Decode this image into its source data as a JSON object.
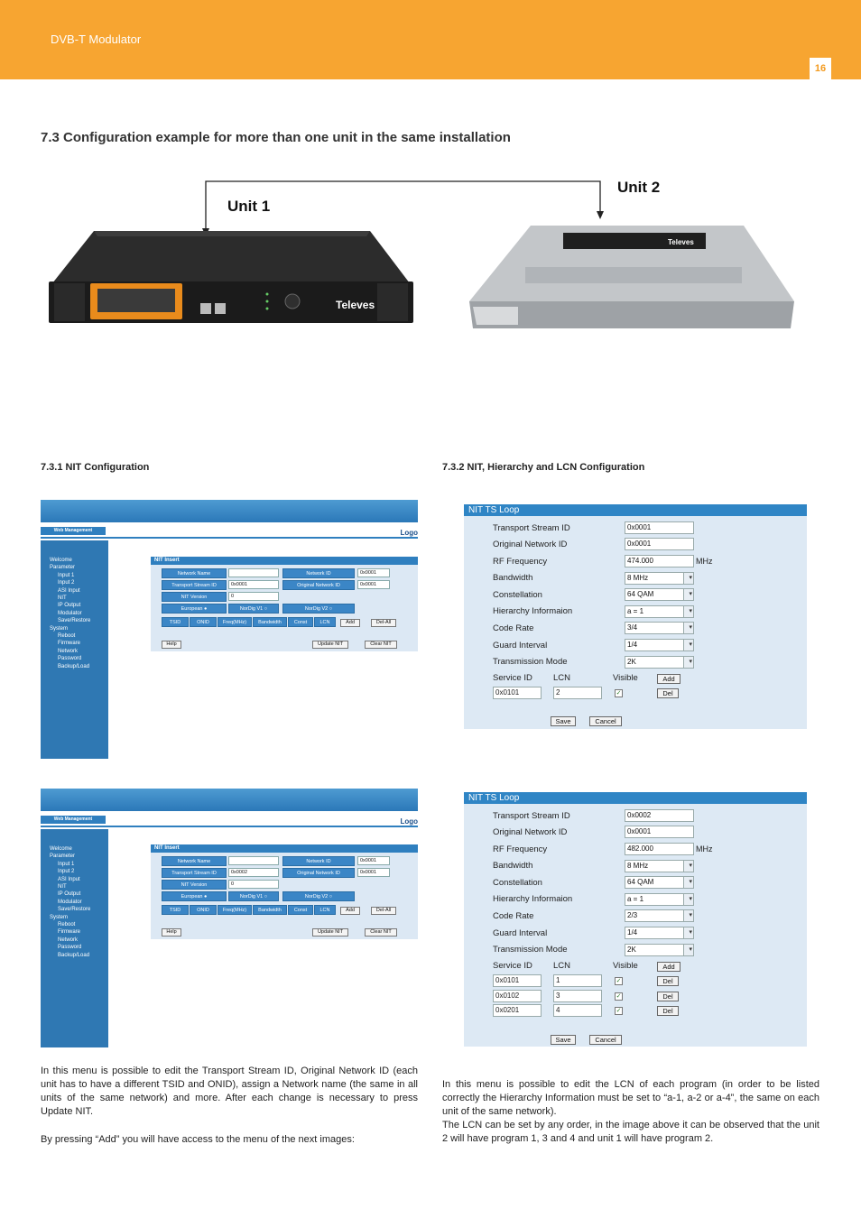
{
  "header": {
    "title": "DVB-T Modulator",
    "page": "16"
  },
  "section": {
    "title": "7.3  Configuration example for more than one unit in the same installation"
  },
  "units": {
    "unit1": "Unit 1",
    "unit2": "Unit 2"
  },
  "device1": {
    "brand": "Televes"
  },
  "device2": {
    "brand": "Televes"
  },
  "subsections": {
    "left": "7.3.1 NIT Configuration",
    "right": "7.3.2  NIT, Hierarchy and LCN Configuration"
  },
  "web": {
    "tab": "Web Management",
    "logout": "Logo",
    "menu": [
      "Welcome",
      "Parameter",
      "Input 1",
      "Input 2",
      "ASI Input",
      "NIT",
      "IP Output",
      "Modulator",
      "Save/Restore",
      "System",
      "Reboot",
      "Firmware",
      "Network",
      "Password",
      "Backup/Load"
    ],
    "panel_title": "NIT Insert",
    "labels": {
      "network_name": "Network Name",
      "tsid": "Transport Stream ID",
      "nit_version": "NIT Version",
      "network_id": "Network ID",
      "onid": "Original Network ID",
      "european": "European",
      "nordig_v1": "NorDig V1",
      "nordig_v2": "NorDig V2",
      "col_tsid": "TSID",
      "col_onid": "ONID",
      "col_freq": "Freq(MHz)",
      "col_bw": "Bandwidth",
      "col_const": "Const",
      "col_lcn": "LCN",
      "add": "Add",
      "del_all": "Del-All",
      "help": "Help",
      "update_nit": "Update NIT",
      "clear_nit": "Clear NIT"
    },
    "screen1": {
      "tsid": "0x0001",
      "nit_version": "0",
      "network_id": "0x0001",
      "onid": "0x0001"
    },
    "screen2": {
      "tsid": "0x0002",
      "nit_version": "0",
      "network_id": "0x0001",
      "onid": "0x0001"
    }
  },
  "nit_loop": {
    "title": "NIT TS Loop",
    "labels": [
      "Transport Stream ID",
      "Original Network ID",
      "RF Frequency",
      "Bandwidth",
      "Constellation",
      "Hierarchy Informaion",
      "Code Rate",
      "Guard Interval",
      "Transmission Mode"
    ],
    "mhz": "MHz",
    "col_service": "Service ID",
    "col_lcn": "LCN",
    "col_visible": "Visible",
    "add": "Add",
    "del": "Del",
    "save": "Save",
    "cancel": "Cancel",
    "unit1": {
      "values": [
        "0x0001",
        "0x0001",
        "474.000",
        "8 MHz",
        "64 QAM",
        "a = 1",
        "3/4",
        "1/4",
        "2K"
      ],
      "rows": [
        {
          "sid": "0x0101",
          "lcn": "2",
          "visible": "✓"
        }
      ]
    },
    "unit2": {
      "values": [
        "0x0002",
        "0x0001",
        "482.000",
        "8 MHz",
        "64 QAM",
        "a = 1",
        "2/3",
        "1/4",
        "2K"
      ],
      "rows": [
        {
          "sid": "0x0101",
          "lcn": "1",
          "visible": "✓"
        },
        {
          "sid": "0x0102",
          "lcn": "3",
          "visible": "✓"
        },
        {
          "sid": "0x0201",
          "lcn": "4",
          "visible": "✓"
        }
      ]
    }
  },
  "paragraphs": {
    "left1": "In this menu is possible to edit the Transport Stream ID, Original Network ID (each unit has to have a different TSID and ONID), assign a Network name (the same in all units of the same network) and more. After each change is necessary to press Update NIT.",
    "left2": "By pressing “Add” you will have access to the menu of the next images:",
    "right1": "In this menu is possible to edit the LCN of each program (in order to be listed correctly the Hierarchy Information must be set to “a-1, a-2 or a-4”, the same on each unit of the same network).",
    "right2": "The LCN can be set by any order, in the image above it can be observed that the unit 2 will have program 1, 3 and 4 and unit 1 will have program 2."
  }
}
